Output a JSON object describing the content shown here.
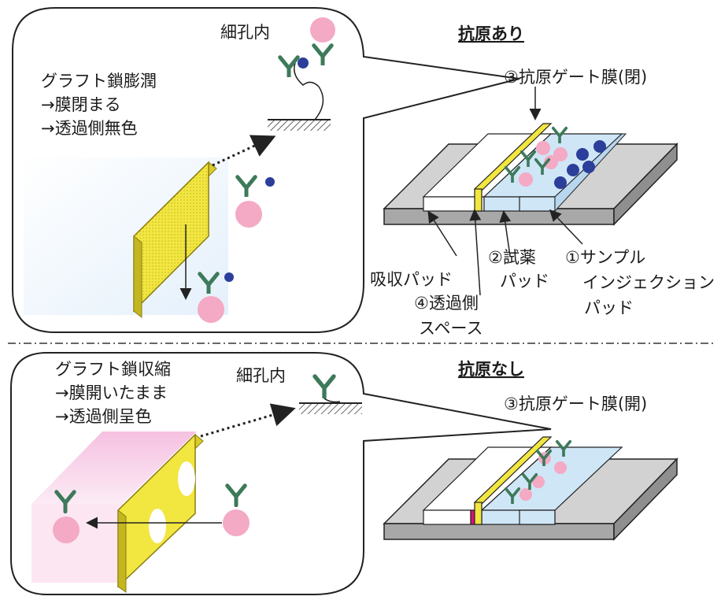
{
  "top": {
    "heading": "抗原あり",
    "pore_label": "細孔内",
    "bubble_text": [
      "グラフト鎖膨潤",
      "→膜閉まる",
      "→透過側無色"
    ],
    "gate_label": "③抗原ゲート膜(閉)",
    "label_absorb": "吸収パッド",
    "label_reagent": [
      "②試薬",
      "パッド"
    ],
    "label_sample": [
      "①サンプル",
      "インジェクション",
      "パッド"
    ],
    "label_permeate": [
      "④透過側",
      "スペース"
    ]
  },
  "bottom": {
    "heading": "抗原なし",
    "pore_label": "細孔内",
    "bubble_text": [
      "グラフト鎖収縮",
      "→膜開いたまま",
      "→透過側呈色"
    ],
    "gate_label": "③抗原ゲート膜(開)"
  },
  "colors": {
    "membrane": "#f2e640",
    "antigen": "#2b3f9a",
    "particle": "#f4a9c4",
    "antibody": "#3d7a5a",
    "stain": "#e87ab8"
  }
}
